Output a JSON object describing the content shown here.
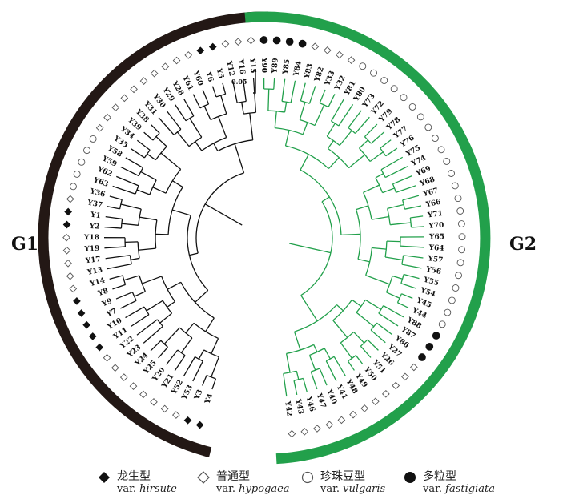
{
  "groups": [
    {
      "id": "G1",
      "label": "G1",
      "color": "#231815"
    },
    {
      "id": "G2",
      "label": "G2",
      "color": "#22a04b"
    }
  ],
  "scale_bar": {
    "label": "0.05"
  },
  "colors": {
    "g1_branch": "#111111",
    "g2_branch": "#22a04b",
    "marker": "#111111"
  },
  "leaves": [
    {
      "label": "Y4",
      "type": "hirsute",
      "group": "G1"
    },
    {
      "label": "Y3",
      "type": "hirsute",
      "group": "G1"
    },
    {
      "label": "Y53",
      "type": "hypogaea",
      "group": "G1"
    },
    {
      "label": "Y52",
      "type": "hypogaea",
      "group": "G1"
    },
    {
      "label": "Y21",
      "type": "hypogaea",
      "group": "G1"
    },
    {
      "label": "Y20",
      "type": "hypogaea",
      "group": "G1"
    },
    {
      "label": "Y25",
      "type": "hypogaea",
      "group": "G1"
    },
    {
      "label": "Y24",
      "type": "hypogaea",
      "group": "G1"
    },
    {
      "label": "Y23",
      "type": "hypogaea",
      "group": "G1"
    },
    {
      "label": "Y22",
      "type": "hypogaea",
      "group": "G1"
    },
    {
      "label": "Y11",
      "type": "hirsute",
      "group": "G1"
    },
    {
      "label": "Y10",
      "type": "hirsute",
      "group": "G1"
    },
    {
      "label": "Y7",
      "type": "hirsute",
      "group": "G1"
    },
    {
      "label": "Y9",
      "type": "hirsute",
      "group": "G1"
    },
    {
      "label": "Y8",
      "type": "hirsute",
      "group": "G1"
    },
    {
      "label": "Y14",
      "type": "hypogaea",
      "group": "G1"
    },
    {
      "label": "Y13",
      "type": "hypogaea",
      "group": "G1"
    },
    {
      "label": "Y17",
      "type": "hypogaea",
      "group": "G1"
    },
    {
      "label": "Y19",
      "type": "hypogaea",
      "group": "G1"
    },
    {
      "label": "Y18",
      "type": "hypogaea",
      "group": "G1"
    },
    {
      "label": "Y2",
      "type": "hirsute",
      "group": "G1"
    },
    {
      "label": "Y1",
      "type": "hirsute",
      "group": "G1"
    },
    {
      "label": "Y37",
      "type": "hypogaea",
      "group": "G1"
    },
    {
      "label": "Y36",
      "type": "vulgaris",
      "group": "G1"
    },
    {
      "label": "Y63",
      "type": "vulgaris",
      "group": "G1"
    },
    {
      "label": "Y62",
      "type": "vulgaris",
      "group": "G1"
    },
    {
      "label": "Y59",
      "type": "vulgaris",
      "group": "G1"
    },
    {
      "label": "Y58",
      "type": "vulgaris",
      "group": "G1"
    },
    {
      "label": "Y35",
      "type": "hypogaea",
      "group": "G1"
    },
    {
      "label": "Y34",
      "type": "hypogaea",
      "group": "G1"
    },
    {
      "label": "Y39",
      "type": "hypogaea",
      "group": "G1"
    },
    {
      "label": "Y38",
      "type": "hypogaea",
      "group": "G1"
    },
    {
      "label": "Y31",
      "type": "hypogaea",
      "group": "G1"
    },
    {
      "label": "Y30",
      "type": "hypogaea",
      "group": "G1"
    },
    {
      "label": "Y29",
      "type": "hypogaea",
      "group": "G1"
    },
    {
      "label": "Y28",
      "type": "hypogaea",
      "group": "G1"
    },
    {
      "label": "Y61",
      "type": "hypogaea",
      "group": "G1"
    },
    {
      "label": "Y60",
      "type": "hypogaea",
      "group": "G1"
    },
    {
      "label": "Y6",
      "type": "hirsute",
      "group": "G1"
    },
    {
      "label": "Y5",
      "type": "hirsute",
      "group": "G1"
    },
    {
      "label": "Y12",
      "type": "hypogaea",
      "group": "G1"
    },
    {
      "label": "Y16",
      "type": "hypogaea",
      "group": "G1"
    },
    {
      "label": "Y15",
      "type": "hypogaea",
      "group": "G1"
    },
    {
      "label": "Y90",
      "type": "fastigiata",
      "group": "G2"
    },
    {
      "label": "Y89",
      "type": "fastigiata",
      "group": "G2"
    },
    {
      "label": "Y85",
      "type": "fastigiata",
      "group": "G2"
    },
    {
      "label": "Y84",
      "type": "fastigiata",
      "group": "G2"
    },
    {
      "label": "Y83",
      "type": "hypogaea",
      "group": "G2"
    },
    {
      "label": "Y82",
      "type": "hypogaea",
      "group": "G2"
    },
    {
      "label": "Y33",
      "type": "hypogaea",
      "group": "G2"
    },
    {
      "label": "Y32",
      "type": "hypogaea",
      "group": "G2"
    },
    {
      "label": "Y81",
      "type": "vulgaris",
      "group": "G2"
    },
    {
      "label": "Y80",
      "type": "vulgaris",
      "group": "G2"
    },
    {
      "label": "Y73",
      "type": "vulgaris",
      "group": "G2"
    },
    {
      "label": "Y72",
      "type": "vulgaris",
      "group": "G2"
    },
    {
      "label": "Y79",
      "type": "vulgaris",
      "group": "G2"
    },
    {
      "label": "Y78",
      "type": "vulgaris",
      "group": "G2"
    },
    {
      "label": "Y77",
      "type": "vulgaris",
      "group": "G2"
    },
    {
      "label": "Y76",
      "type": "vulgaris",
      "group": "G2"
    },
    {
      "label": "Y75",
      "type": "vulgaris",
      "group": "G2"
    },
    {
      "label": "Y74",
      "type": "vulgaris",
      "group": "G2"
    },
    {
      "label": "Y69",
      "type": "vulgaris",
      "group": "G2"
    },
    {
      "label": "Y68",
      "type": "vulgaris",
      "group": "G2"
    },
    {
      "label": "Y67",
      "type": "vulgaris",
      "group": "G2"
    },
    {
      "label": "Y66",
      "type": "vulgaris",
      "group": "G2"
    },
    {
      "label": "Y71",
      "type": "vulgaris",
      "group": "G2"
    },
    {
      "label": "Y70",
      "type": "vulgaris",
      "group": "G2"
    },
    {
      "label": "Y65",
      "type": "vulgaris",
      "group": "G2"
    },
    {
      "label": "Y64",
      "type": "vulgaris",
      "group": "G2"
    },
    {
      "label": "Y57",
      "type": "vulgaris",
      "group": "G2"
    },
    {
      "label": "Y56",
      "type": "vulgaris",
      "group": "G2"
    },
    {
      "label": "Y55",
      "type": "vulgaris",
      "group": "G2"
    },
    {
      "label": "Y54",
      "type": "vulgaris",
      "group": "G2"
    },
    {
      "label": "Y45",
      "type": "vulgaris",
      "group": "G2"
    },
    {
      "label": "Y44",
      "type": "vulgaris",
      "group": "G2"
    },
    {
      "label": "Y88",
      "type": "fastigiata",
      "group": "G2"
    },
    {
      "label": "Y87",
      "type": "fastigiata",
      "group": "G2"
    },
    {
      "label": "Y86",
      "type": "fastigiata",
      "group": "G2"
    },
    {
      "label": "Y27",
      "type": "hypogaea",
      "group": "G2"
    },
    {
      "label": "Y26",
      "type": "hypogaea",
      "group": "G2"
    },
    {
      "label": "Y51",
      "type": "hypogaea",
      "group": "G2"
    },
    {
      "label": "Y50",
      "type": "hypogaea",
      "group": "G2"
    },
    {
      "label": "Y49",
      "type": "hypogaea",
      "group": "G2"
    },
    {
      "label": "Y48",
      "type": "hypogaea",
      "group": "G2"
    },
    {
      "label": "Y41",
      "type": "hypogaea",
      "group": "G2"
    },
    {
      "label": "Y40",
      "type": "hypogaea",
      "group": "G2"
    },
    {
      "label": "Y47",
      "type": "hypogaea",
      "group": "G2"
    },
    {
      "label": "Y46",
      "type": "hypogaea",
      "group": "G2"
    },
    {
      "label": "Y43",
      "type": "hypogaea",
      "group": "G2"
    },
    {
      "label": "Y42",
      "type": "hypogaea",
      "group": "G2"
    }
  ],
  "legend": [
    {
      "type": "hirsute",
      "icon": "filled-diamond",
      "cn": "龙生型",
      "var_prefix": "var.",
      "var_name": "hirsute"
    },
    {
      "type": "hypogaea",
      "icon": "open-diamond",
      "cn": "普通型",
      "var_prefix": "var.",
      "var_name": "hypogaea"
    },
    {
      "type": "vulgaris",
      "icon": "open-circle",
      "cn": "珍珠豆型",
      "var_prefix": "var.",
      "var_name": "vulgaris"
    },
    {
      "type": "fastigiata",
      "icon": "filled-circle",
      "cn": "多粒型",
      "var_prefix": "var.",
      "var_name": "fastigiata"
    }
  ]
}
